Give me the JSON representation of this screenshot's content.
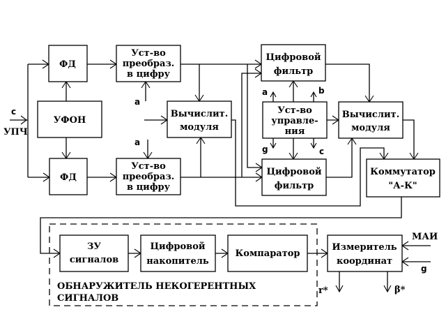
{
  "diagram": {
    "blocks": {
      "fd_top": {
        "lines": [
          "ФД"
        ]
      },
      "ufon": {
        "lines": [
          "УФОН"
        ]
      },
      "fd_bottom": {
        "lines": [
          "ФД"
        ]
      },
      "adc_top": {
        "lines": [
          "Уст-во",
          "преобраз.",
          "в  цифру"
        ]
      },
      "adc_bottom": {
        "lines": [
          "Уст-во",
          "преобраз.",
          "в  цифру"
        ]
      },
      "modulus_left": {
        "lines": [
          "Вычислит.",
          "модуля"
        ]
      },
      "filter_top": {
        "lines": [
          "Цифровой",
          "фильтр"
        ]
      },
      "filter_bottom": {
        "lines": [
          "Цифровой",
          "фильтр"
        ]
      },
      "control": {
        "lines": [
          "Уст-во",
          "управле-",
          "ния"
        ]
      },
      "modulus_right": {
        "lines": [
          "Вычислит.",
          "модуля"
        ]
      },
      "switch": {
        "lines": [
          "Коммутатор",
          "\"А-К\""
        ]
      },
      "memory": {
        "lines": [
          "ЗУ",
          "сигналов"
        ]
      },
      "accumulator": {
        "lines": [
          "Цифровой",
          "накопитель"
        ]
      },
      "comparator": {
        "lines": [
          "Компаратор"
        ]
      },
      "meter": {
        "lines": [
          "Измеритель",
          "координат"
        ]
      }
    },
    "detector_group_label": [
      "ОБНАРУЖИТЕЛЬ НЕКОГЕРЕНТНЫХ",
      "СИГНАЛОВ"
    ],
    "signals": {
      "input_c": "с",
      "input_upch": "УПЧ",
      "a_top": "а",
      "a_bottom": "а",
      "ctrl_a": "а",
      "ctrl_b": "b",
      "ctrl_g": "g",
      "ctrl_c": "с",
      "mai": "МАИ",
      "meter_g": "g",
      "out_r": "r*",
      "out_beta": "β*"
    }
  }
}
